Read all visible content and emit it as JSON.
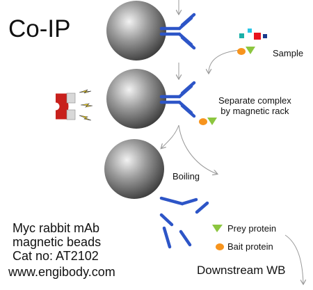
{
  "title": "Co-IP",
  "labels": {
    "sample": "Sample",
    "separate_line1": "Separate complex",
    "separate_line2": "by magnetic rack",
    "boiling": "Boiling",
    "prey_protein": "Prey protein",
    "bait_protein": "Bait protein",
    "downstream": "Downstream WB"
  },
  "product": {
    "line1": "Myc rabbit mAb",
    "line2": "magnetic beads",
    "line3": "Cat no: AT2102"
  },
  "website": "www.engibody.com",
  "colors": {
    "antibody": "#2d55c7",
    "prey": "#8cc63f",
    "bait": "#f7941d",
    "sample_cyan": "#29c5e6",
    "sample_red": "#e8141d",
    "sample_teal": "#1ab0a8",
    "sample_navy": "#1a3a8c",
    "magnet_red": "#c8201c",
    "arrow": "#999999"
  }
}
